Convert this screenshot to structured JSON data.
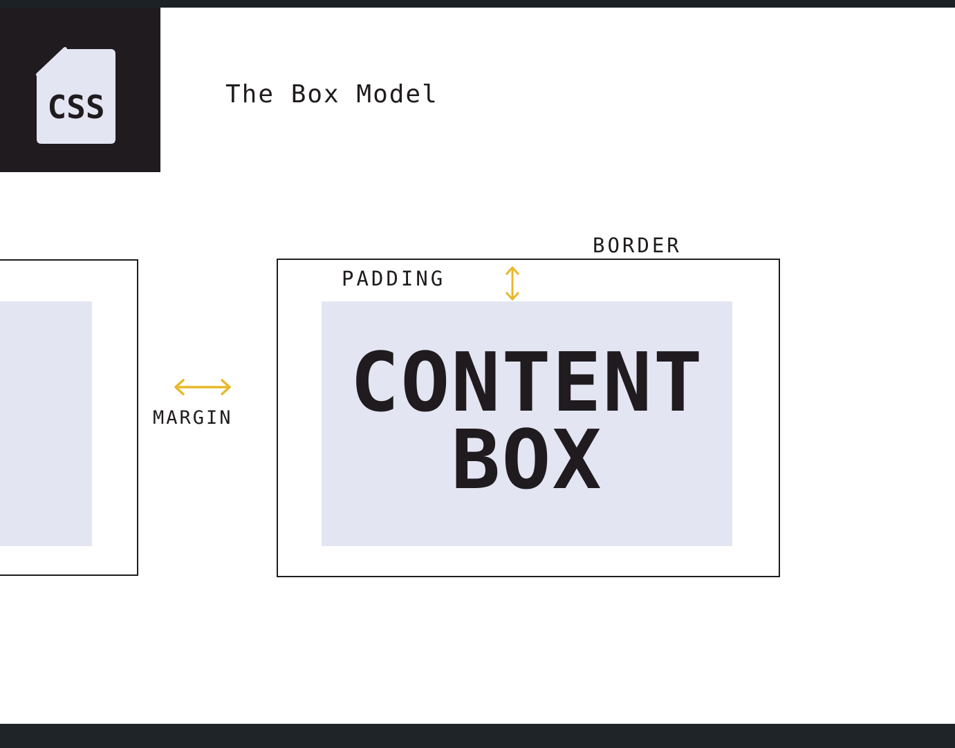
{
  "header": {
    "logo_text": "CSS",
    "title": "The Box Model"
  },
  "diagram": {
    "content_line1": "CONTENT",
    "content_line2": "BOX",
    "labels": {
      "border": "BORDER",
      "padding": "PADDING",
      "margin": "MARGIN"
    }
  },
  "colors": {
    "dark": "#1f1b1e",
    "content_fill": "#e4e5f2",
    "arrow": "#e8b82a",
    "background": "#ffffff"
  },
  "icons": {
    "logo": "css-file-icon",
    "padding_arrow": "vertical-double-arrow-icon",
    "margin_arrow": "horizontal-double-arrow-icon"
  }
}
